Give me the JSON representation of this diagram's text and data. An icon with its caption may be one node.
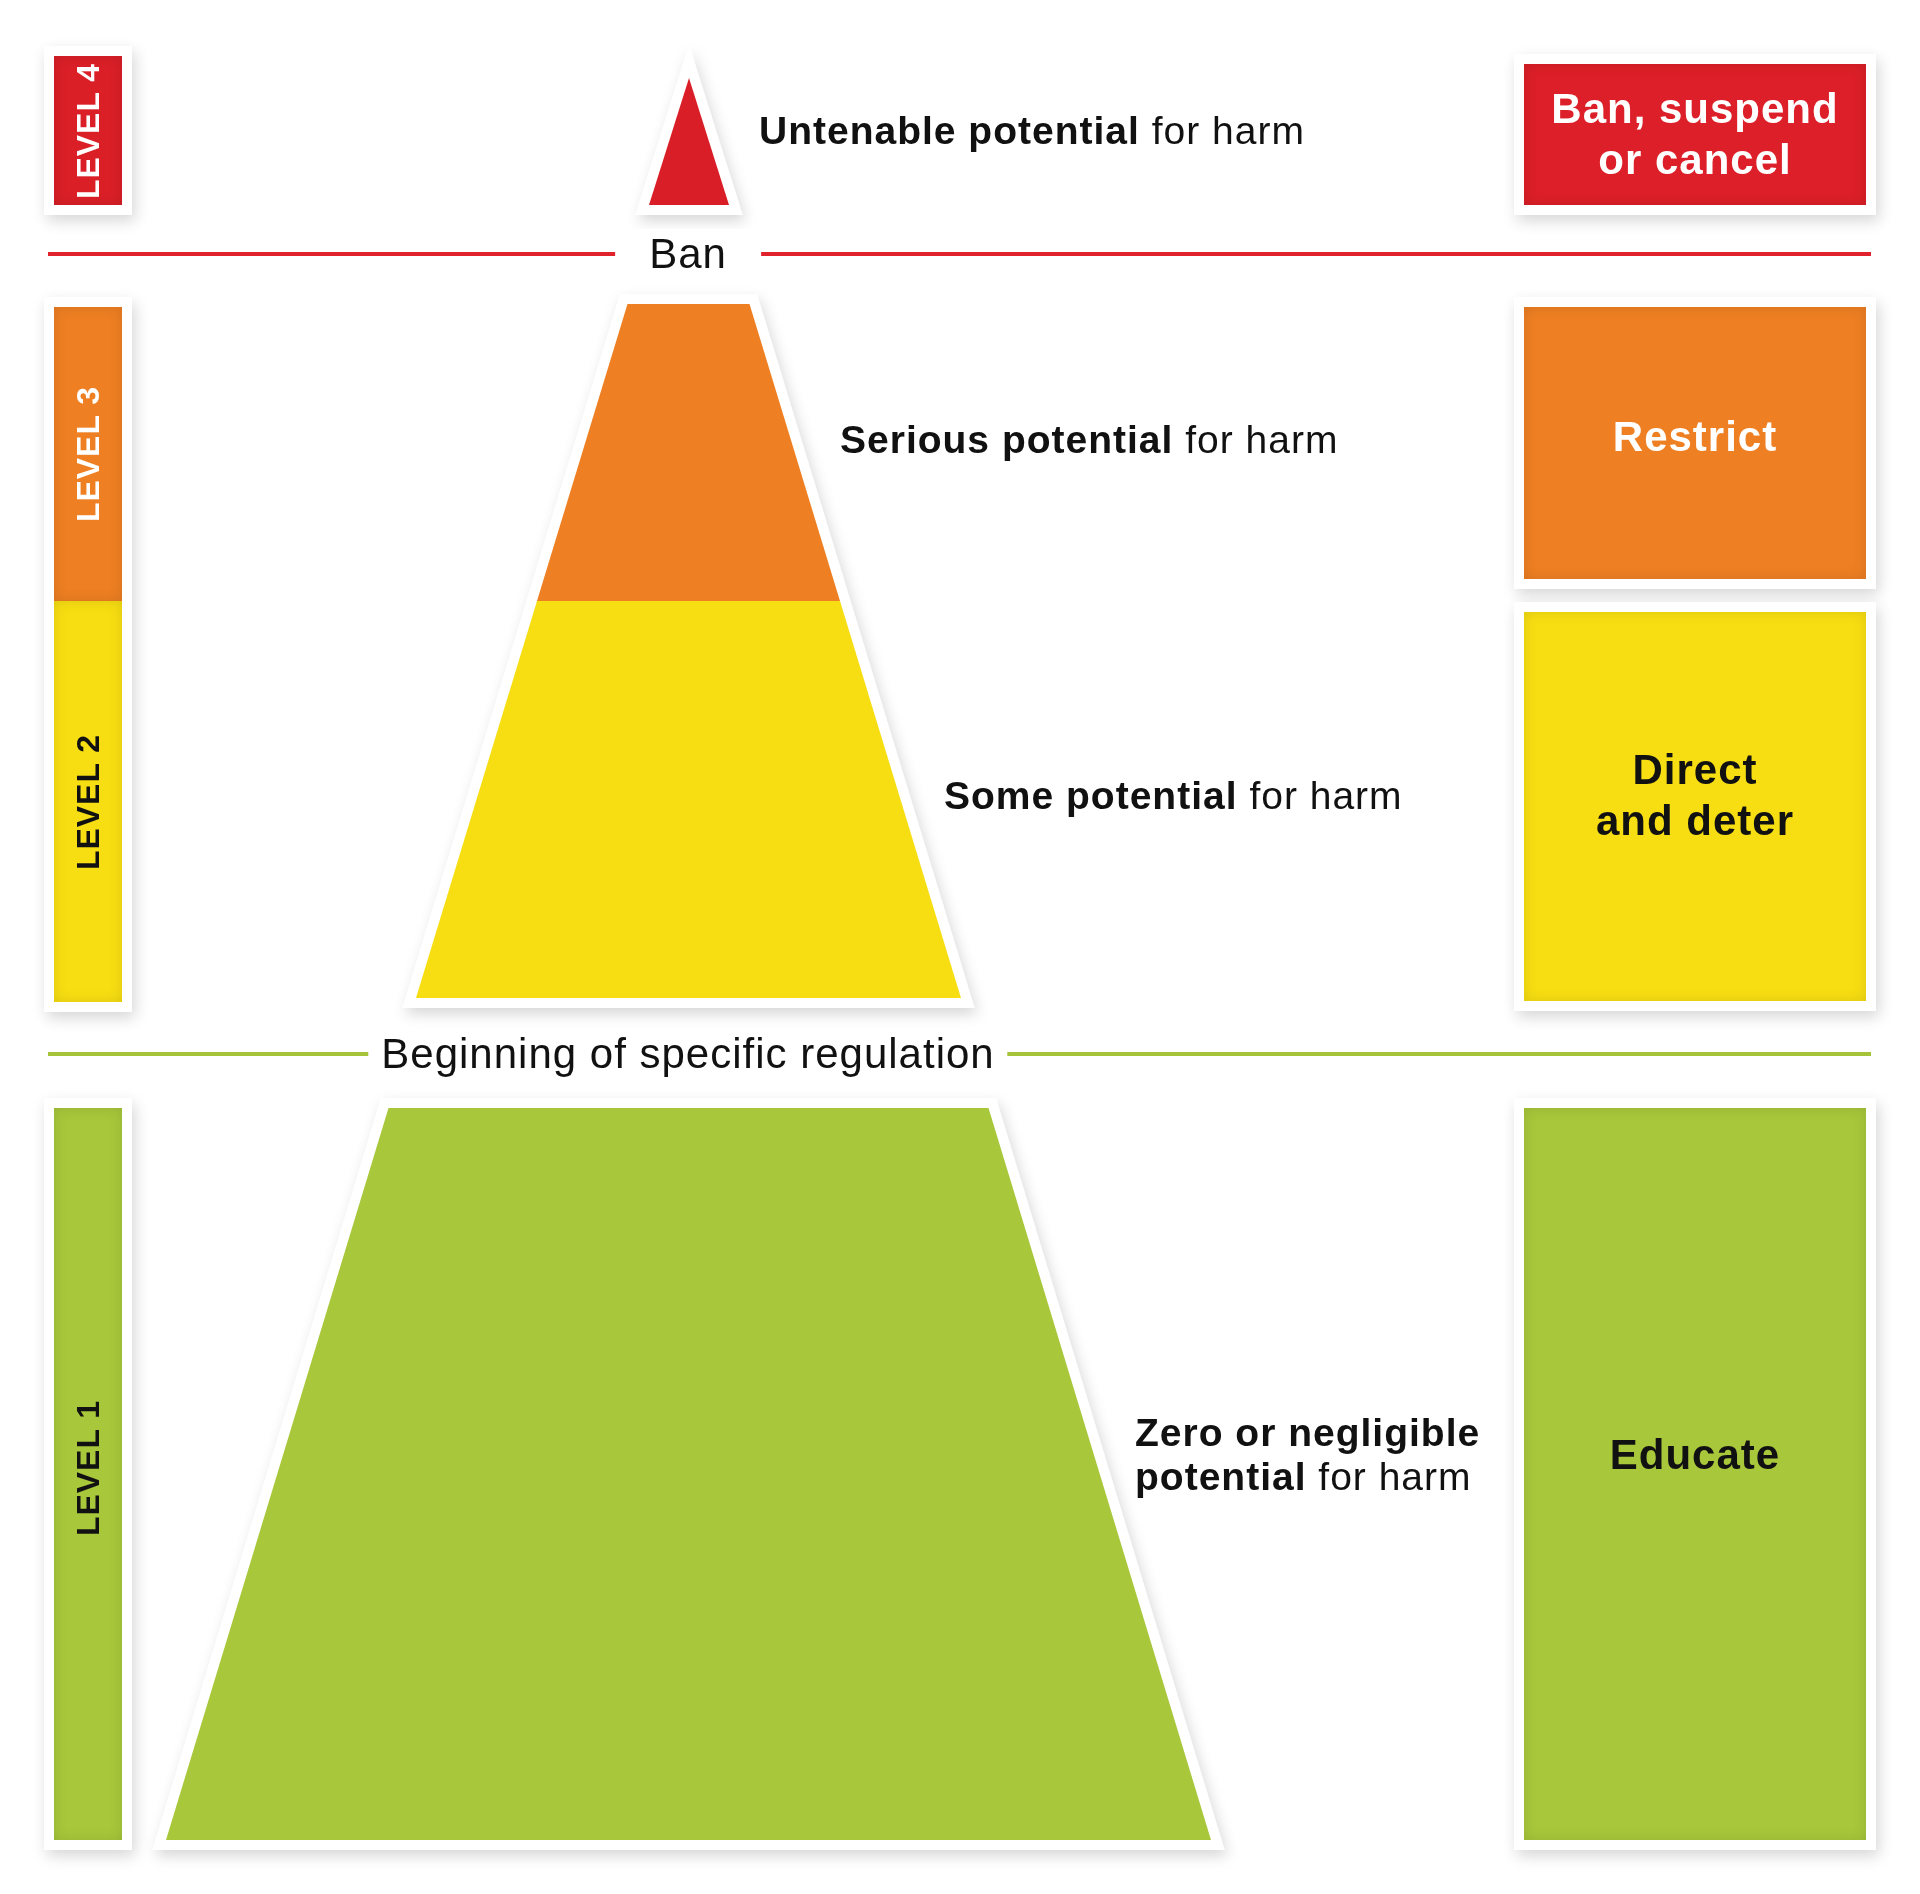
{
  "diagram": {
    "nodes": [
      {
        "text": [
          "LEVEL 4"
        ]
      },
      {
        "text": [],
        "shape": "triangle",
        "beside": [
          "**Untenable potential** for harm"
        ]
      },
      {
        "text": [
          "Ban, suspend or cancel"
        ]
      },
      {
        "text": [
          "LEVEL 3"
        ]
      },
      {
        "text": [],
        "shape": "trapezoid",
        "beside": [
          "**Serious potential** for harm"
        ]
      },
      {
        "text": [
          "Restrict"
        ]
      },
      {
        "text": [
          "LEVEL 2"
        ]
      },
      {
        "text": [],
        "shape": "trapezoid",
        "beside": [
          "**Some potential** for harm"
        ]
      },
      {
        "text": [
          "Direct and deter"
        ]
      },
      {
        "text": [
          "LEVEL 1"
        ]
      },
      {
        "text": [],
        "shape": "trapezoid",
        "beside": [
          "**Zero or negligible potential** for harm"
        ]
      },
      {
        "text": [
          "Educate"
        ]
      }
    ],
    "labels": [
      "Ban",
      "Beginning of specific regulation"
    ]
  }
}
